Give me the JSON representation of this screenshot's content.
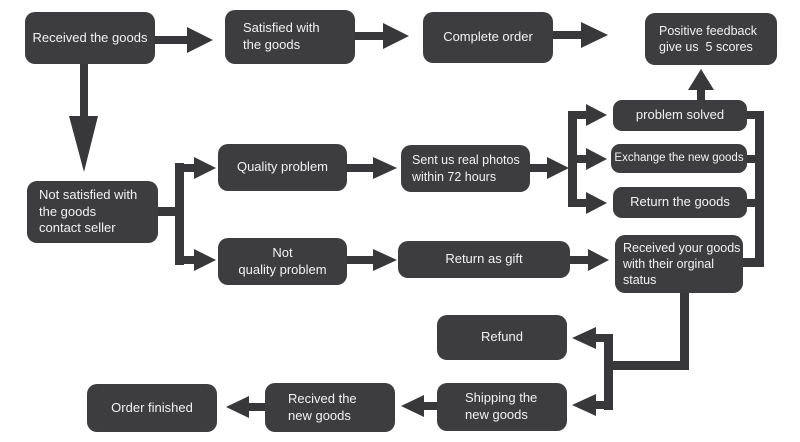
{
  "colors": {
    "background": "#ffffff",
    "node_fill": "#3d3d3f",
    "node_text": "#f2f2f2",
    "arrow": "#38383a"
  },
  "diagram": {
    "type": "flowchart",
    "nodes": {
      "received_goods": {
        "label": "Received the goods"
      },
      "satisfied_goods": {
        "label": "Satisfied with\nthe goods"
      },
      "complete_order": {
        "label": "Complete order"
      },
      "positive_feedback": {
        "label": "Positive feedback\ngive us  5 scores"
      },
      "not_satisfied": {
        "label": "Not satisfied with\nthe goods\ncontact seller"
      },
      "quality_problem": {
        "label": "Quality problem"
      },
      "not_quality_problem": {
        "label": "Not\nquality problem"
      },
      "sent_photos": {
        "label": "Sent us real photos\nwithin 72 hours"
      },
      "return_as_gift": {
        "label": "Return as gift"
      },
      "problem_solved": {
        "label": "problem solved"
      },
      "exchange_new_goods": {
        "label": "Exchange the new goods"
      },
      "return_goods": {
        "label": "Return the goods"
      },
      "received_original": {
        "label": "Received your goods\nwith their orginal\nstatus"
      },
      "refund": {
        "label": "Refund"
      },
      "shipping_new_goods": {
        "label": "Shipping the\nnew goods"
      },
      "recived_new_goods": {
        "label": "Recived the\nnew goods"
      },
      "order_finished": {
        "label": "Order finished"
      }
    },
    "edges": [
      {
        "from": "received_goods",
        "to": "satisfied_goods"
      },
      {
        "from": "satisfied_goods",
        "to": "complete_order"
      },
      {
        "from": "complete_order",
        "to": "positive_feedback"
      },
      {
        "from": "received_goods",
        "to": "not_satisfied"
      },
      {
        "from": "not_satisfied",
        "to": "quality_problem"
      },
      {
        "from": "not_satisfied",
        "to": "not_quality_problem"
      },
      {
        "from": "quality_problem",
        "to": "sent_photos"
      },
      {
        "from": "sent_photos",
        "to": "problem_solved"
      },
      {
        "from": "sent_photos",
        "to": "exchange_new_goods"
      },
      {
        "from": "sent_photos",
        "to": "return_goods"
      },
      {
        "from": "problem_solved",
        "to": "positive_feedback"
      },
      {
        "from": "problem_solved",
        "to": "received_original"
      },
      {
        "from": "exchange_new_goods",
        "to": "received_original"
      },
      {
        "from": "return_goods",
        "to": "received_original"
      },
      {
        "from": "not_quality_problem",
        "to": "return_as_gift"
      },
      {
        "from": "return_as_gift",
        "to": "received_original"
      },
      {
        "from": "received_original",
        "to": "refund"
      },
      {
        "from": "received_original",
        "to": "shipping_new_goods"
      },
      {
        "from": "shipping_new_goods",
        "to": "recived_new_goods"
      },
      {
        "from": "recived_new_goods",
        "to": "order_finished"
      }
    ]
  }
}
